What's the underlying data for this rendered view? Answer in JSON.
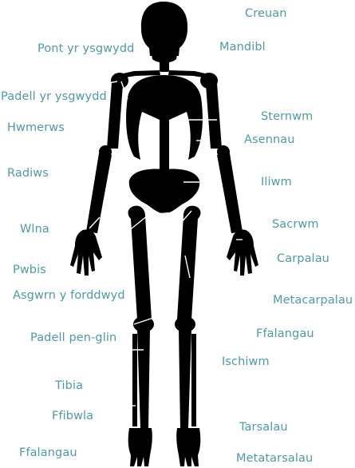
{
  "colors": {
    "bone": "#000000",
    "label": "#4f9aa3",
    "leader": "#ffffff",
    "background": "#ffffff"
  },
  "labels": {
    "creuan": "Creuan",
    "pont_yr_ysgwydd": "Pont yr ysgwydd",
    "mandibl": "Mandibl",
    "padell_yr_ysgwydd": "Padell yr ysgwydd",
    "sternwm": "Sternwm",
    "hwmerws": "Hwmerws",
    "asennau": "Asennau",
    "radiws": "Radiws",
    "iliwm": "Iliwm",
    "wlna": "Wlna",
    "sacrwm": "Sacrwm",
    "carpalau": "Carpalau",
    "pwbis": "Pwbis",
    "asgwrn_y_forddwyd": "Asgwrn y forddwyd",
    "metacarpalau": "Metacarpalau",
    "ffalangau_hand": "Ffalangau",
    "padell_pen_glin": "Padell pen-glin",
    "ischiwm": "Ischiwm",
    "tibia": "Tibia",
    "ffibwla": "Ffibwla",
    "tarsalau": "Tarsalau",
    "ffalangau_foot": "Ffalangau",
    "metatarsalau": "Metatarsalau"
  }
}
